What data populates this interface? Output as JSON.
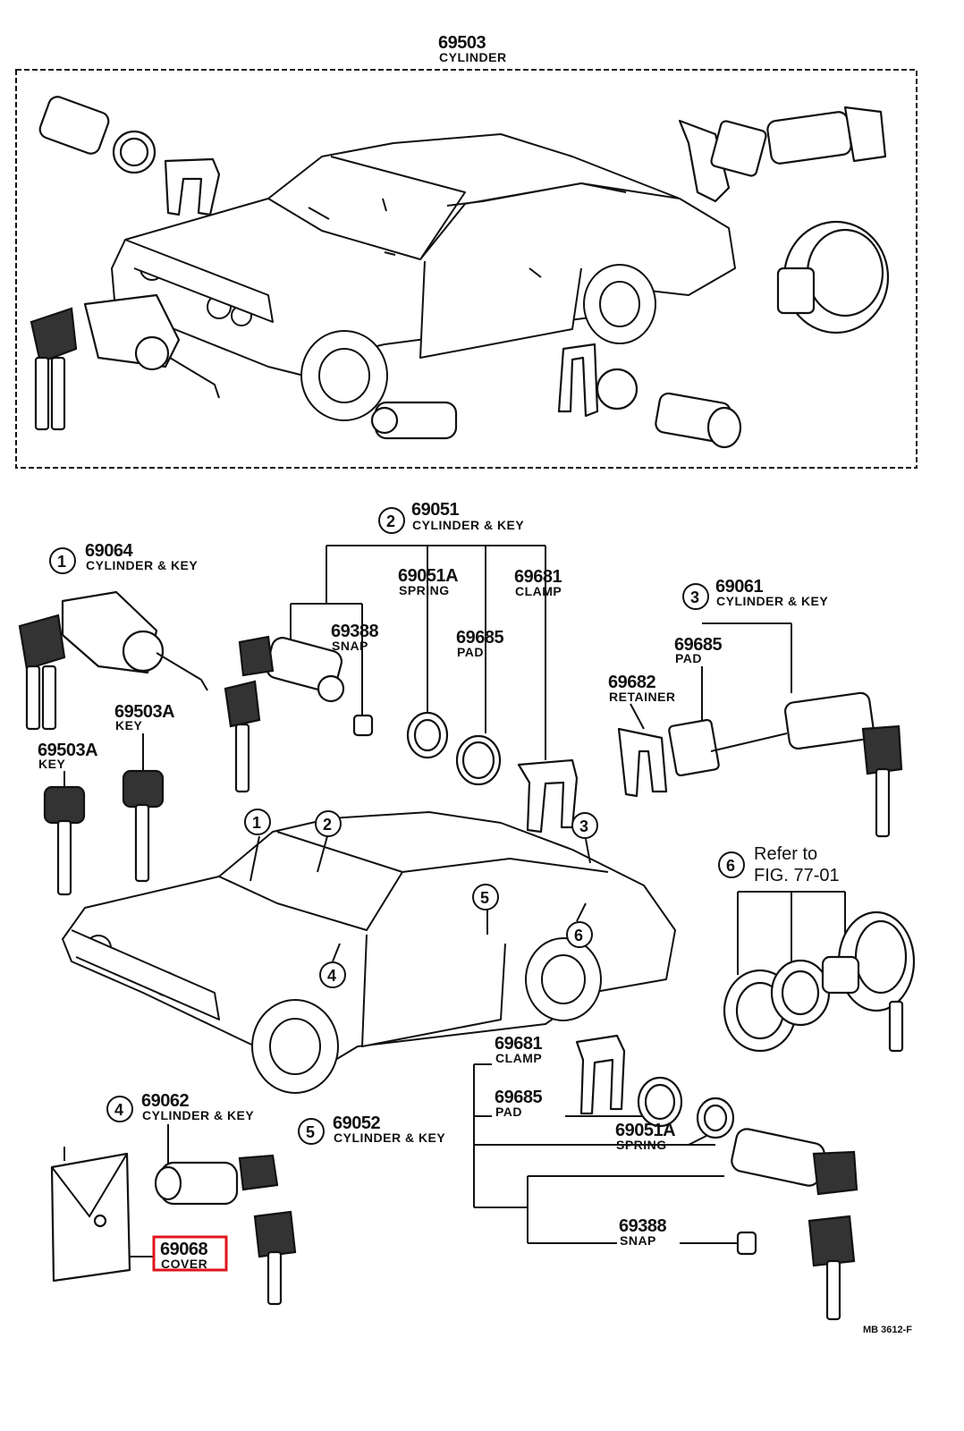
{
  "top": {
    "part_number": "69503",
    "part_name": "CYLINDER"
  },
  "groups": {
    "g1": {
      "circle": "1",
      "part_number": "69064",
      "part_name": "CYLINDER & KEY"
    },
    "g2": {
      "circle": "2",
      "part_number": "69051",
      "part_name": "CYLINDER & KEY"
    },
    "g3": {
      "circle": "3",
      "part_number": "69061",
      "part_name": "CYLINDER & KEY"
    },
    "g4": {
      "circle": "4",
      "part_number": "69062",
      "part_name": "CYLINDER & KEY"
    },
    "g5": {
      "circle": "5",
      "part_number": "69052",
      "part_name": "CYLINDER & KEY"
    },
    "g6": {
      "circle": "6",
      "ref_line1": "Refer to",
      "ref_line2": "FIG. 77-01"
    }
  },
  "parts": {
    "p69051A_a": {
      "part_number": "69051A",
      "part_name": "SPRING"
    },
    "p69681_a": {
      "part_number": "69681",
      "part_name": "CLAMP"
    },
    "p69388_a": {
      "part_number": "69388",
      "part_name": "SNAP"
    },
    "p69685_a": {
      "part_number": "69685",
      "part_name": "PAD"
    },
    "p69685_b": {
      "part_number": "69685",
      "part_name": "PAD"
    },
    "p69682": {
      "part_number": "69682",
      "part_name": "RETAINER"
    },
    "p69503A_a": {
      "part_number": "69503A",
      "part_name": "KEY"
    },
    "p69503A_b": {
      "part_number": "69503A",
      "part_name": "KEY"
    },
    "p69681_b": {
      "part_number": "69681",
      "part_name": "CLAMP"
    },
    "p69685_c": {
      "part_number": "69685",
      "part_name": "PAD"
    },
    "p69051A_b": {
      "part_number": "69051A",
      "part_name": "SPRING"
    },
    "p69388_b": {
      "part_number": "69388",
      "part_name": "SNAP"
    },
    "p69068": {
      "part_number": "69068",
      "part_name": "COVER"
    }
  },
  "car_callouts": [
    "1",
    "2",
    "3",
    "4",
    "5",
    "6"
  ],
  "figure_code": "MB 3612-F",
  "highlight_color": "#e0141b"
}
